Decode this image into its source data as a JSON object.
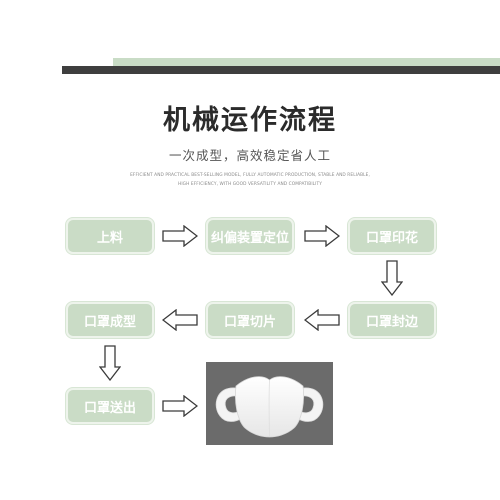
{
  "title": "机械运作流程",
  "subtitle": "一次成型，高效稳定省人工",
  "description": {
    "line1": "EFFICIENT AND PRACTICAL BEST-SELLING MODEL, FULLY AUTOMATIC PRODUCTION, STABLE AND RELIABLE,",
    "line2": "HIGH EFFICIENCY, WITH GOOD VERSATILITY AND COMPATIBILITY"
  },
  "steps": [
    {
      "label": "上料"
    },
    {
      "label": "纠偏装置定位"
    },
    {
      "label": "口罩印花"
    },
    {
      "label": "口罩封边"
    },
    {
      "label": "口罩切片"
    },
    {
      "label": "口罩成型"
    },
    {
      "label": "口罩送出"
    }
  ],
  "colors": {
    "step_fill": "#cadcc6",
    "accent_band": "#c9dcc6",
    "dark_band": "#3e3e3e",
    "photo_bg": "#6b6b6b"
  },
  "icons": {
    "arrow": "hollow-arrow-icon",
    "product": "face-mask-icon"
  }
}
